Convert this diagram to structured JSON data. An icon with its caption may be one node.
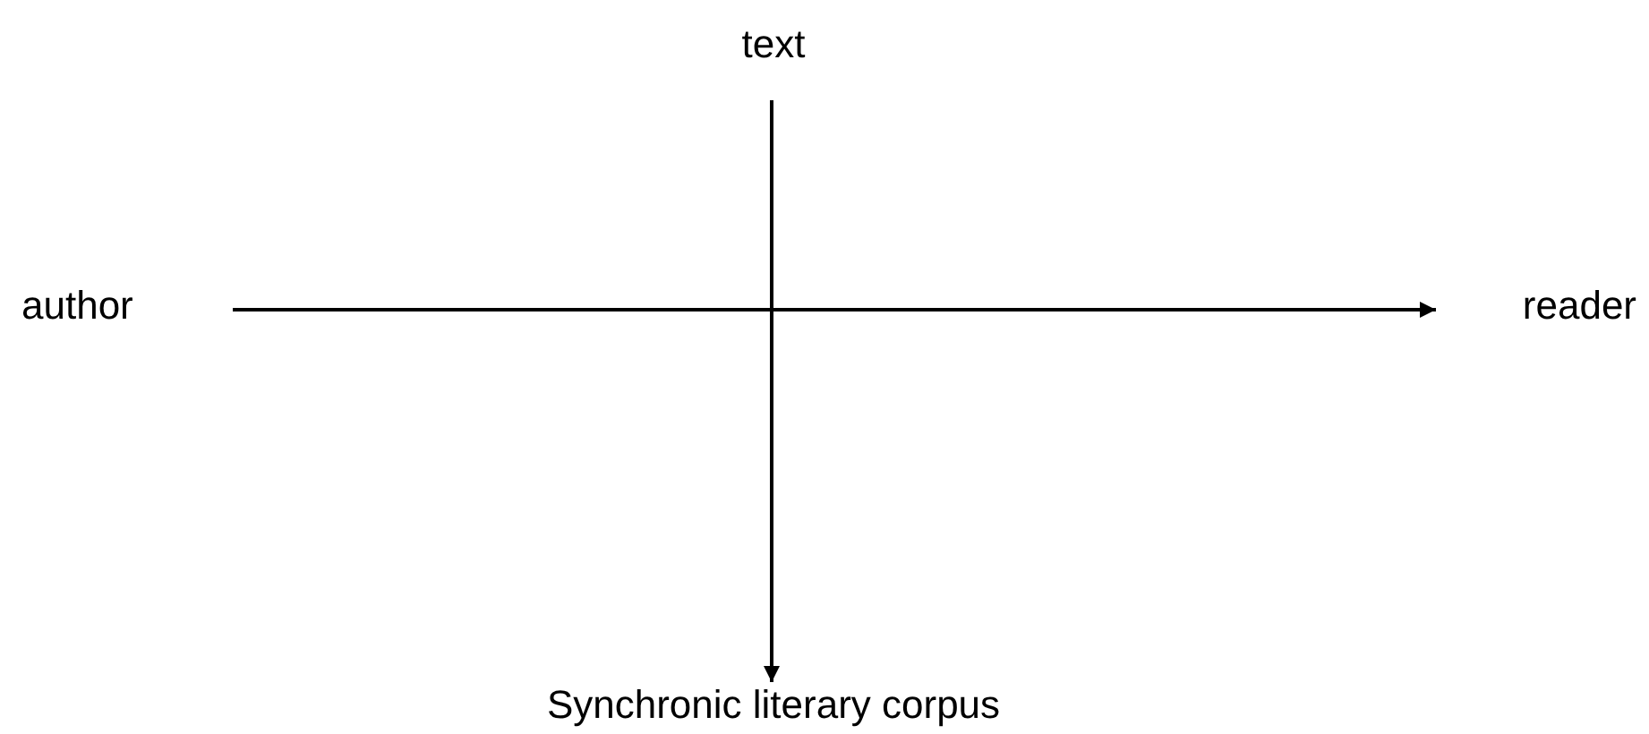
{
  "diagram": {
    "nodes": [
      {
        "text": [
          "text"
        ]
      },
      {
        "text": [
          "author"
        ]
      },
      {
        "text": [
          "reader"
        ]
      },
      {
        "text": [
          "Synchronic literary corpus"
        ]
      }
    ],
    "edges": [
      {
        "from": 1,
        "to": 2,
        "arrow": "to"
      },
      {
        "from": 0,
        "to": 3,
        "arrow": "to"
      }
    ]
  }
}
